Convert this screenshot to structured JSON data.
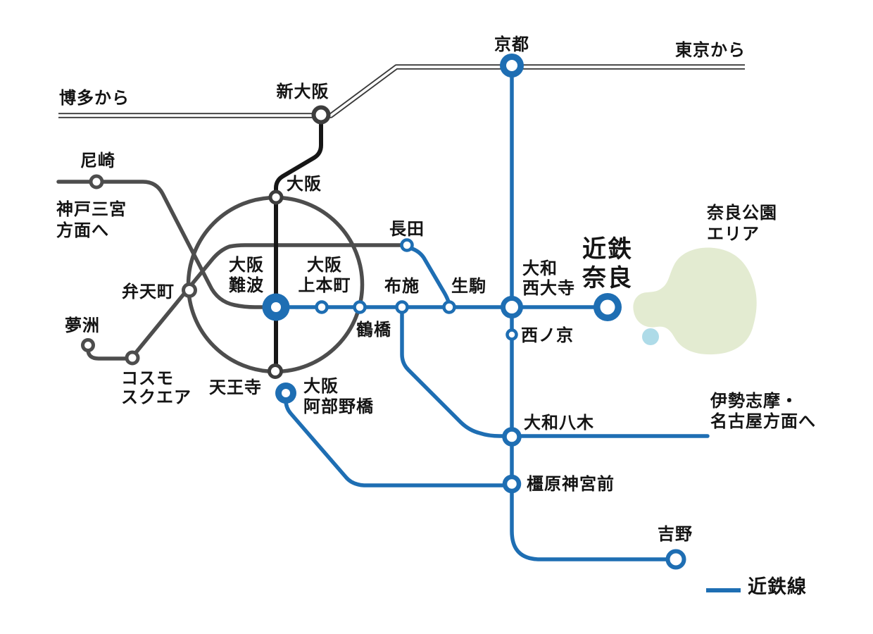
{
  "map_title": "Kintetsu railway access map (Osaka / Kyoto / Nara area)",
  "colors": {
    "kintetsu_blue": "#1e6eb3",
    "jr_black": "#161616",
    "other_rail_gray": "#4d4d4d",
    "shinkansen_dark": "#3a3a3a",
    "nara_park_green": "#e3ebd1",
    "pond_blue": "#aedbe8",
    "label_text": "#141414",
    "background": "#ffffff"
  },
  "labels": {
    "kyoto": "京都",
    "tokyo_from": "東京から",
    "hakata_from": "博多から",
    "shin_osaka": "新大阪",
    "amagasaki": "尼崎",
    "kobe_sannomiya": "神戸三宮\n方面へ",
    "osaka": "大阪",
    "nagata": "長田",
    "osaka_namba": "大阪\n難波",
    "osaka_uehommachi": "大阪\n上本町",
    "fuse": "布施",
    "ikoma": "生駒",
    "tsuruhashi": "鶴橋",
    "yamato_saidaiji": "大和\n西大寺",
    "kintetsu_nara": "近鉄\n奈良",
    "nara_park_area": "奈良公園\nエリア",
    "bentencho": "弁天町",
    "yumeshima": "夢洲",
    "cosmosquare": "コスモ\nスクエア",
    "tennoji": "天王寺",
    "osaka_abenobashi": "大阪\n阿部野橋",
    "nishinokyo": "西ノ京",
    "yamato_yagi": "大和八木",
    "ise_nagoya": "伊勢志摩・\n名古屋方面へ",
    "kashihara_jingumae": "橿原神宮前",
    "yoshino": "吉野",
    "kintetsu_line": "近鉄線"
  }
}
